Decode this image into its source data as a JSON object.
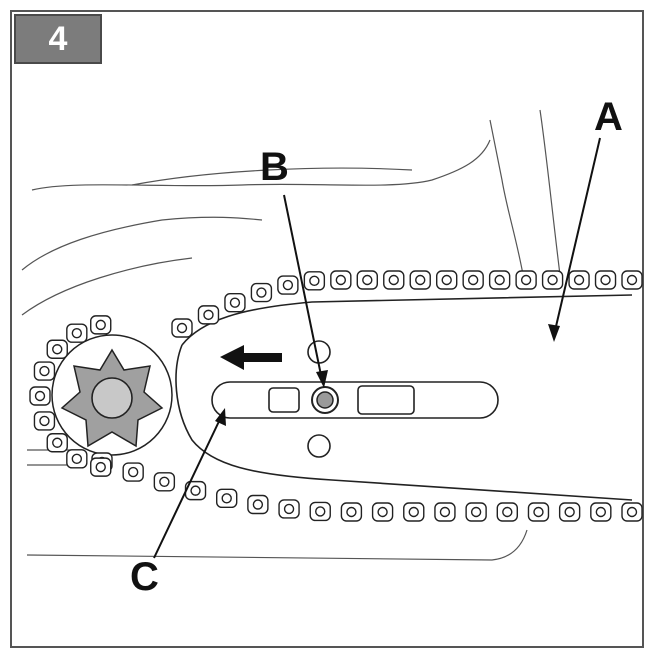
{
  "step": {
    "number": "4",
    "badge_color": "#7c7c7c"
  },
  "callouts": {
    "a": "A",
    "b": "B",
    "c": "C"
  },
  "icons": {
    "direction_arrow": "arrow-left-icon",
    "sprocket": "sprocket-icon",
    "nut": "bar-nut-icon"
  },
  "colors": {
    "line": "#222222",
    "sprocket_fill": "#a0a0a0",
    "hub_fill": "#c8c8c8"
  }
}
